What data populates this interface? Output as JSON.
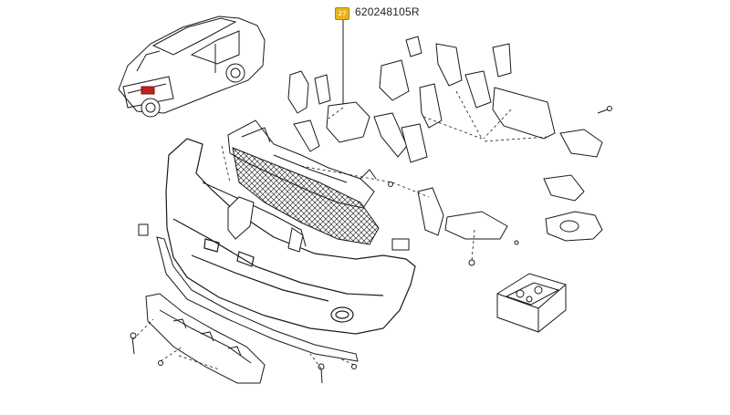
{
  "diagram": {
    "callout": {
      "badge_text": "27",
      "part_number": "620248105R",
      "badge_color": "#e8b320"
    },
    "line_color": "#1a1a1a",
    "fill_color": "#ffffff",
    "components": [
      "vehicle-overview",
      "front-bumper-cover",
      "radiator-grille",
      "bumper-upper-reinforcement",
      "lower-skid-plate",
      "license-plate-bracket",
      "fog-lamp-bezel",
      "fog-lamp-bracket",
      "side-mounting-brackets",
      "clip-hardware-kit",
      "screws-and-fasteners"
    ]
  }
}
